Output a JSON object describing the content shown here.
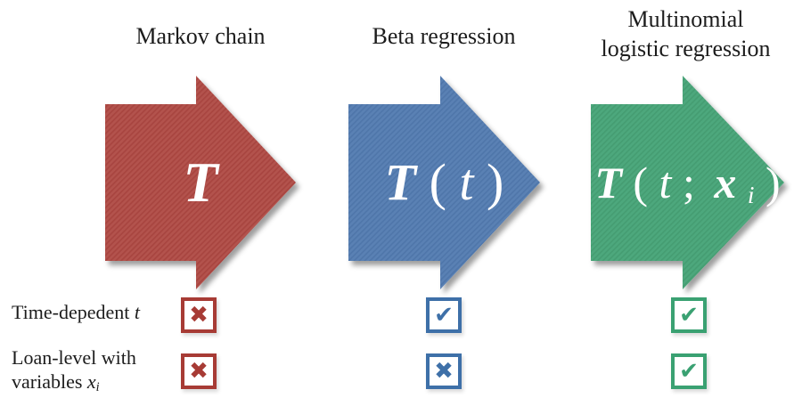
{
  "figure": {
    "description_colors": {
      "background": "#ffffff",
      "arrow_red": "#b3524d",
      "arrow_red_stripe": "#a84540",
      "arrow_blue": "#5a81b4",
      "arrow_blue_stripe": "#4f76aa",
      "arrow_green": "#4ea87d",
      "arrow_green_stripe": "#449d72",
      "mark_red": "#a73b35",
      "mark_blue": "#3e70a8",
      "mark_green": "#3aa172",
      "title_text": "#1c1c1c",
      "formula_text": "#ffffff"
    }
  },
  "columns": [
    {
      "title_line1": "Markov chain",
      "title_line2": "",
      "formula": [
        {
          "text": "T",
          "style": "bold-italic"
        }
      ],
      "marks": {
        "row1": "✖",
        "row2": "✖"
      }
    },
    {
      "title_line1": "Beta regression",
      "title_line2": "",
      "formula": [
        {
          "text": "T",
          "style": "bold-italic"
        },
        {
          "text": "(",
          "style": "plain"
        },
        {
          "text": "t",
          "style": "italic"
        },
        {
          "text": ")",
          "style": "plain"
        }
      ],
      "marks": {
        "row1": "✔",
        "row2": "✖"
      }
    },
    {
      "title_line1": "Multinomial",
      "title_line2": "logistic regression",
      "formula": [
        {
          "text": "T",
          "style": "bold-italic"
        },
        {
          "text": "(",
          "style": "plain"
        },
        {
          "text": "t",
          "style": "italic"
        },
        {
          "text": ";",
          "style": "plain"
        },
        {
          "text": "x",
          "style": "bold-italic"
        },
        {
          "text": "i",
          "style": "subscript"
        },
        {
          "text": ")",
          "style": "plain"
        }
      ],
      "marks": {
        "row1": "✔",
        "row2": "✔"
      }
    }
  ],
  "rows": [
    {
      "label_plain": "Time-depedent ",
      "label_math": "t"
    },
    {
      "label_line1": "Loan-level with",
      "label_line2_plain": "variables ",
      "label_line2_math": "x",
      "label_line2_sub": "i"
    }
  ]
}
